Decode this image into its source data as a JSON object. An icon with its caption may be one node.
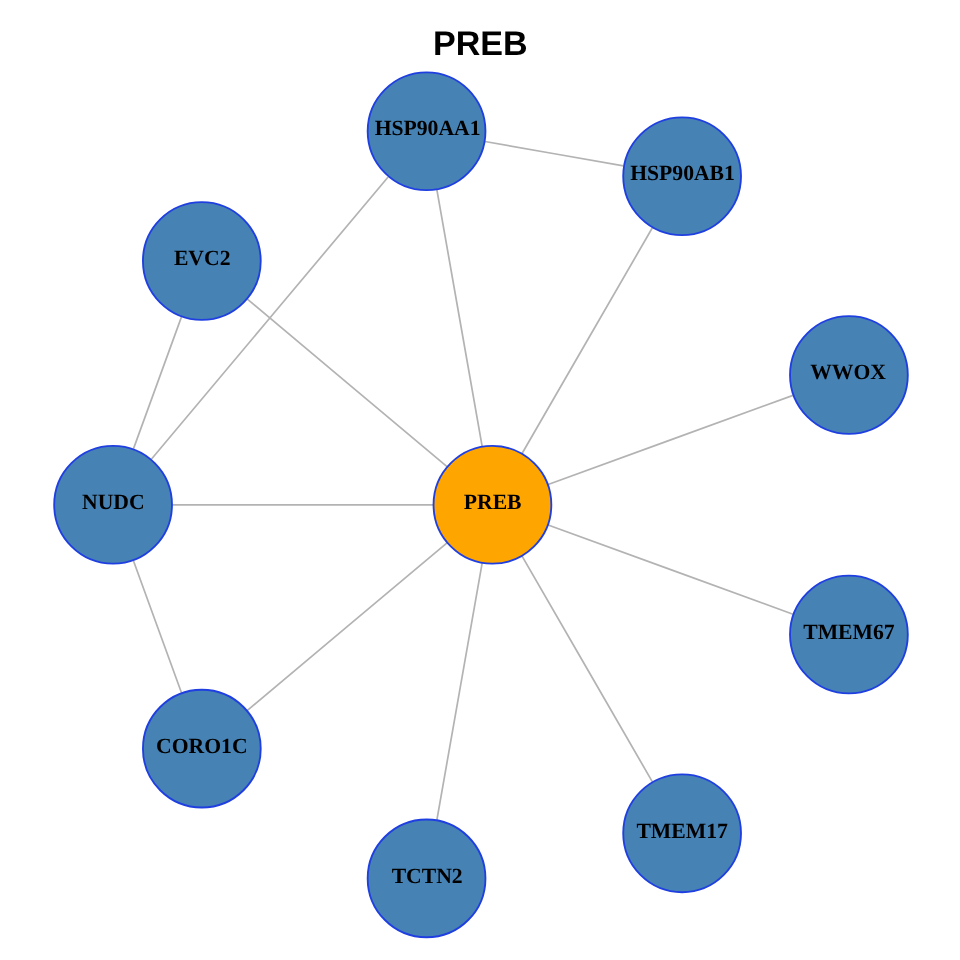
{
  "diagram": {
    "title": "PREB",
    "nodes": [
      {
        "text": [
          "HSP90AB1"
        ]
      },
      {
        "text": [
          "WWOX"
        ]
      },
      {
        "text": [
          "HSP90AA1"
        ]
      },
      {
        "text": [
          "TMEM67"
        ]
      },
      {
        "text": [
          "PREB"
        ]
      },
      {
        "text": [
          "EVC2"
        ]
      },
      {
        "text": [
          "NUDC"
        ]
      },
      {
        "text": [
          "TMEM17"
        ]
      },
      {
        "text": [
          "CORO1C"
        ]
      },
      {
        "text": [
          "TCTN2"
        ]
      }
    ],
    "edges": [
      {
        "from": 4,
        "to": 0,
        "arrow": "none"
      },
      {
        "from": 4,
        "to": 1,
        "arrow": "none"
      },
      {
        "from": 4,
        "to": 2,
        "arrow": "none"
      },
      {
        "from": 4,
        "to": 3,
        "arrow": "none"
      },
      {
        "from": 4,
        "to": 5,
        "arrow": "none"
      },
      {
        "from": 4,
        "to": 6,
        "arrow": "none"
      },
      {
        "from": 4,
        "to": 7,
        "arrow": "none"
      },
      {
        "from": 4,
        "to": 8,
        "arrow": "none"
      },
      {
        "from": 4,
        "to": 9,
        "arrow": "none"
      },
      {
        "from": 0,
        "to": 2,
        "arrow": "none"
      },
      {
        "from": 2,
        "to": 6,
        "arrow": "none"
      },
      {
        "from": 5,
        "to": 6,
        "arrow": "none"
      },
      {
        "from": 6,
        "to": 8,
        "arrow": "none"
      }
    ]
  }
}
